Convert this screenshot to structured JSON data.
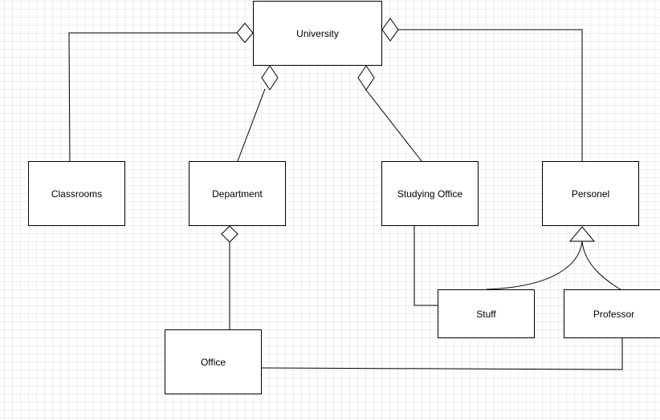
{
  "diagram": {
    "classes": {
      "university": "University",
      "classrooms": "Classrooms",
      "department": "Department",
      "studying_office": "Studying Office",
      "personel": "Personel",
      "stuff": "Stuff",
      "professor": "Professor",
      "office": "Office"
    },
    "relations": [
      {
        "from": "Classrooms",
        "to": "University",
        "kind": "aggregation"
      },
      {
        "from": "Department",
        "to": "University",
        "kind": "aggregation"
      },
      {
        "from": "Studying Office",
        "to": "University",
        "kind": "aggregation"
      },
      {
        "from": "Personel",
        "to": "University",
        "kind": "aggregation"
      },
      {
        "from": "Office",
        "to": "Department",
        "kind": "aggregation"
      },
      {
        "from": "Stuff",
        "to": "Personel",
        "kind": "generalization"
      },
      {
        "from": "Professor",
        "to": "Personel",
        "kind": "generalization"
      },
      {
        "from": "Studying Office",
        "to": "Stuff",
        "kind": "association"
      },
      {
        "from": "Office",
        "to": "Professor",
        "kind": "association"
      }
    ],
    "colors": {
      "line": "#000000",
      "box_fill": "#ffffff",
      "grid": "#dcdcdc"
    }
  }
}
